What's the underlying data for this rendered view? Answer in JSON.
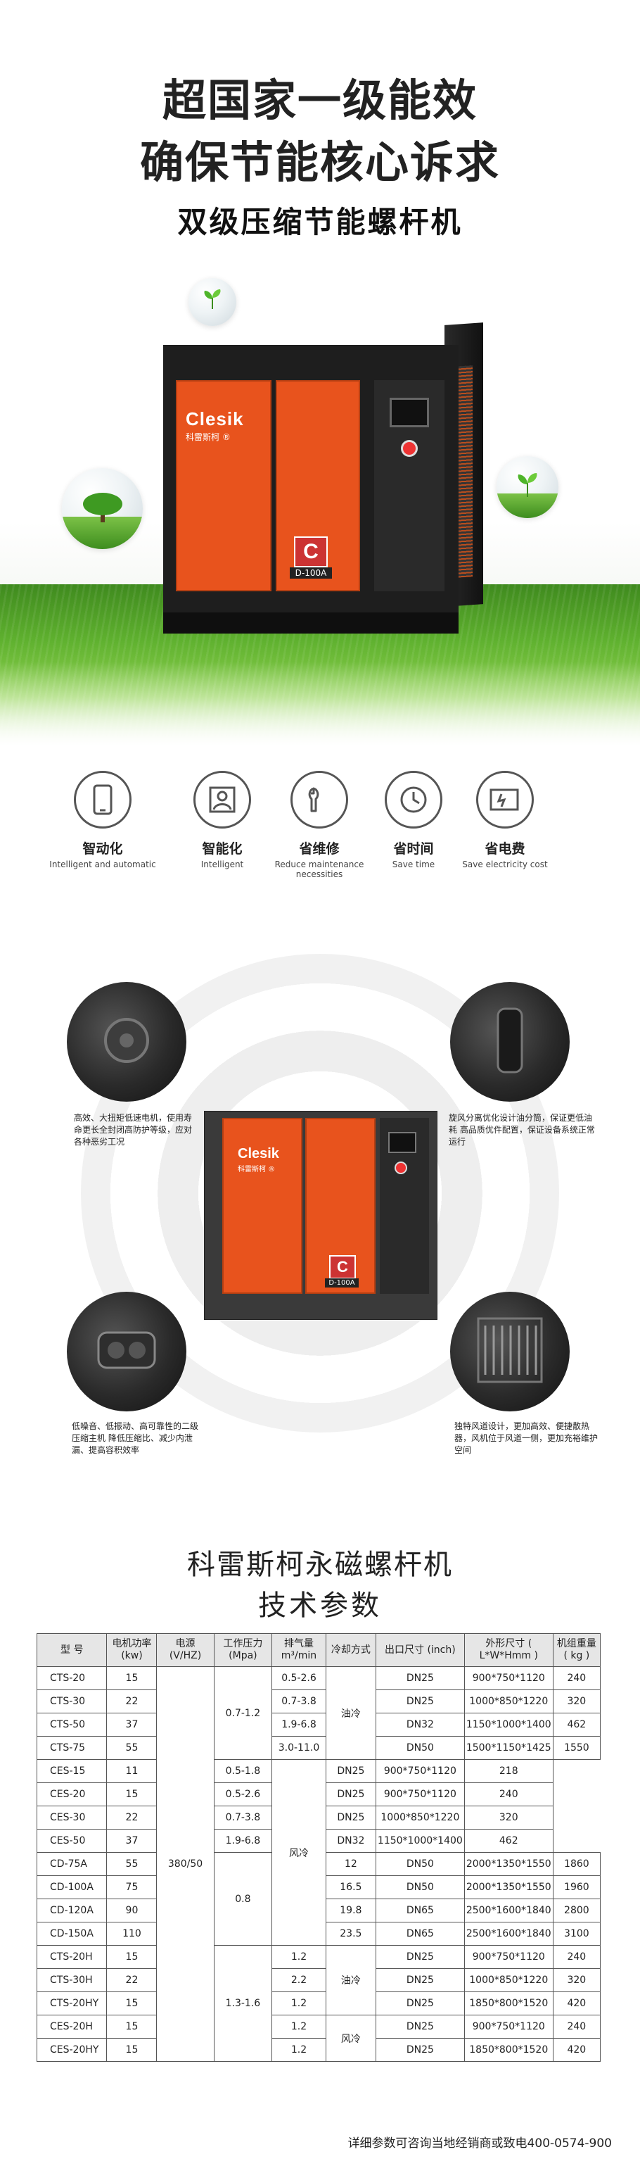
{
  "hero": {
    "headline1": "超国家一级能效",
    "headline2": "确保节能核心诉求",
    "headline3": "双级压缩节能螺杆机",
    "brand": "Clesik",
    "brand_sub": "科雷斯柯 ®",
    "logo_letter": "C",
    "model": "D-100A"
  },
  "features": [
    {
      "cn": "智动化",
      "en": "Intelligent and automatic",
      "icon": "phone-icon"
    },
    {
      "cn": "智能化",
      "en": "Intelligent",
      "icon": "user-icon"
    },
    {
      "cn": "省维修",
      "en": "Reduce maintenance necessities",
      "icon": "wrench-icon"
    },
    {
      "cn": "省时间",
      "en": "Save time",
      "icon": "clock-icon"
    },
    {
      "cn": "省电费",
      "en": "Save electricity cost",
      "icon": "battery-icon"
    }
  ],
  "details": {
    "d1": "高效、大扭矩低速电机，使用寿命更长全封闭高防护等级，应对各种恶劣工况",
    "d2": "旋风分离优化设计油分筒，保证更低油耗 高品质优件配置，保证设备系统正常运行",
    "d3": "低噪音、低振动、高可靠性的二级压缩主机 降低压缩比、减少内泄漏、提高容积效率",
    "d4": "独特风道设计，更加高效、便捷散热器，风机位于风道一侧，更加充裕维护空间"
  },
  "spec": {
    "title1": "科雷斯柯永磁螺杆机",
    "title2": "技术参数",
    "headers": [
      "型 号",
      "电机功率 (kw)",
      "电源 (V/HZ)",
      "工作压力 (Mpa)",
      "排气量 m³/min",
      "冷却方式",
      "出口尺寸 (inch)",
      "外形尺寸 ( L*W*Hmm )",
      "机组重量 ( kg )"
    ],
    "voltage": "380/50",
    "pressures": [
      "0.7-1.2",
      "0.8",
      "1.3-1.6"
    ],
    "cooling": [
      "油冷",
      "风冷",
      "油冷",
      "风冷"
    ],
    "rows": [
      {
        "model": "CTS-20",
        "power": "15",
        "flow": "0.5-2.6",
        "outlet": "DN25",
        "dims": "900*750*1120",
        "weight": "240"
      },
      {
        "model": "CTS-30",
        "power": "22",
        "flow": "0.7-3.8",
        "outlet": "DN25",
        "dims": "1000*850*1220",
        "weight": "320"
      },
      {
        "model": "CTS-50",
        "power": "37",
        "flow": "1.9-6.8",
        "outlet": "DN32",
        "dims": "1150*1000*1400",
        "weight": "462"
      },
      {
        "model": "CTS-75",
        "power": "55",
        "flow": "3.0-11.0",
        "outlet": "DN50",
        "dims": "1500*1150*1425",
        "weight": "1550"
      },
      {
        "model": "CES-15",
        "power": "11",
        "flow": "0.5-1.8",
        "outlet": "DN25",
        "dims": "900*750*1120",
        "weight": "218"
      },
      {
        "model": "CES-20",
        "power": "15",
        "flow": "0.5-2.6",
        "outlet": "DN25",
        "dims": "900*750*1120",
        "weight": "240"
      },
      {
        "model": "CES-30",
        "power": "22",
        "flow": "0.7-3.8",
        "outlet": "DN25",
        "dims": "1000*850*1220",
        "weight": "320"
      },
      {
        "model": "CES-50",
        "power": "37",
        "flow": "1.9-6.8",
        "outlet": "DN32",
        "dims": "1150*1000*1400",
        "weight": "462"
      },
      {
        "model": "CD-75A",
        "power": "55",
        "flow": "12",
        "outlet": "DN50",
        "dims": "2000*1350*1550",
        "weight": "1860"
      },
      {
        "model": "CD-100A",
        "power": "75",
        "flow": "16.5",
        "outlet": "DN50",
        "dims": "2000*1350*1550",
        "weight": "1960"
      },
      {
        "model": "CD-120A",
        "power": "90",
        "flow": "19.8",
        "outlet": "DN65",
        "dims": "2500*1600*1840",
        "weight": "2800"
      },
      {
        "model": "CD-150A",
        "power": "110",
        "flow": "23.5",
        "outlet": "DN65",
        "dims": "2500*1600*1840",
        "weight": "3100"
      },
      {
        "model": "CTS-20H",
        "power": "15",
        "flow": "1.2",
        "outlet": "DN25",
        "dims": "900*750*1120",
        "weight": "240"
      },
      {
        "model": "CTS-30H",
        "power": "22",
        "flow": "2.2",
        "outlet": "DN25",
        "dims": "1000*850*1220",
        "weight": "320"
      },
      {
        "model": "CTS-20HY",
        "power": "15",
        "flow": "1.2",
        "outlet": "DN25",
        "dims": "1850*800*1520",
        "weight": "420"
      },
      {
        "model": "CES-20H",
        "power": "15",
        "flow": "1.2",
        "outlet": "DN25",
        "dims": "900*750*1120",
        "weight": "240"
      },
      {
        "model": "CES-20HY",
        "power": "15",
        "flow": "1.2",
        "outlet": "DN25",
        "dims": "1850*800*1520",
        "weight": "420"
      }
    ]
  },
  "footer": {
    "note": "详细参数可咨询当地经销商或致电400-0574-900"
  },
  "colors": {
    "accent": "#e8531d",
    "dark": "#1e1e1e",
    "grass": "#5fb12f"
  }
}
